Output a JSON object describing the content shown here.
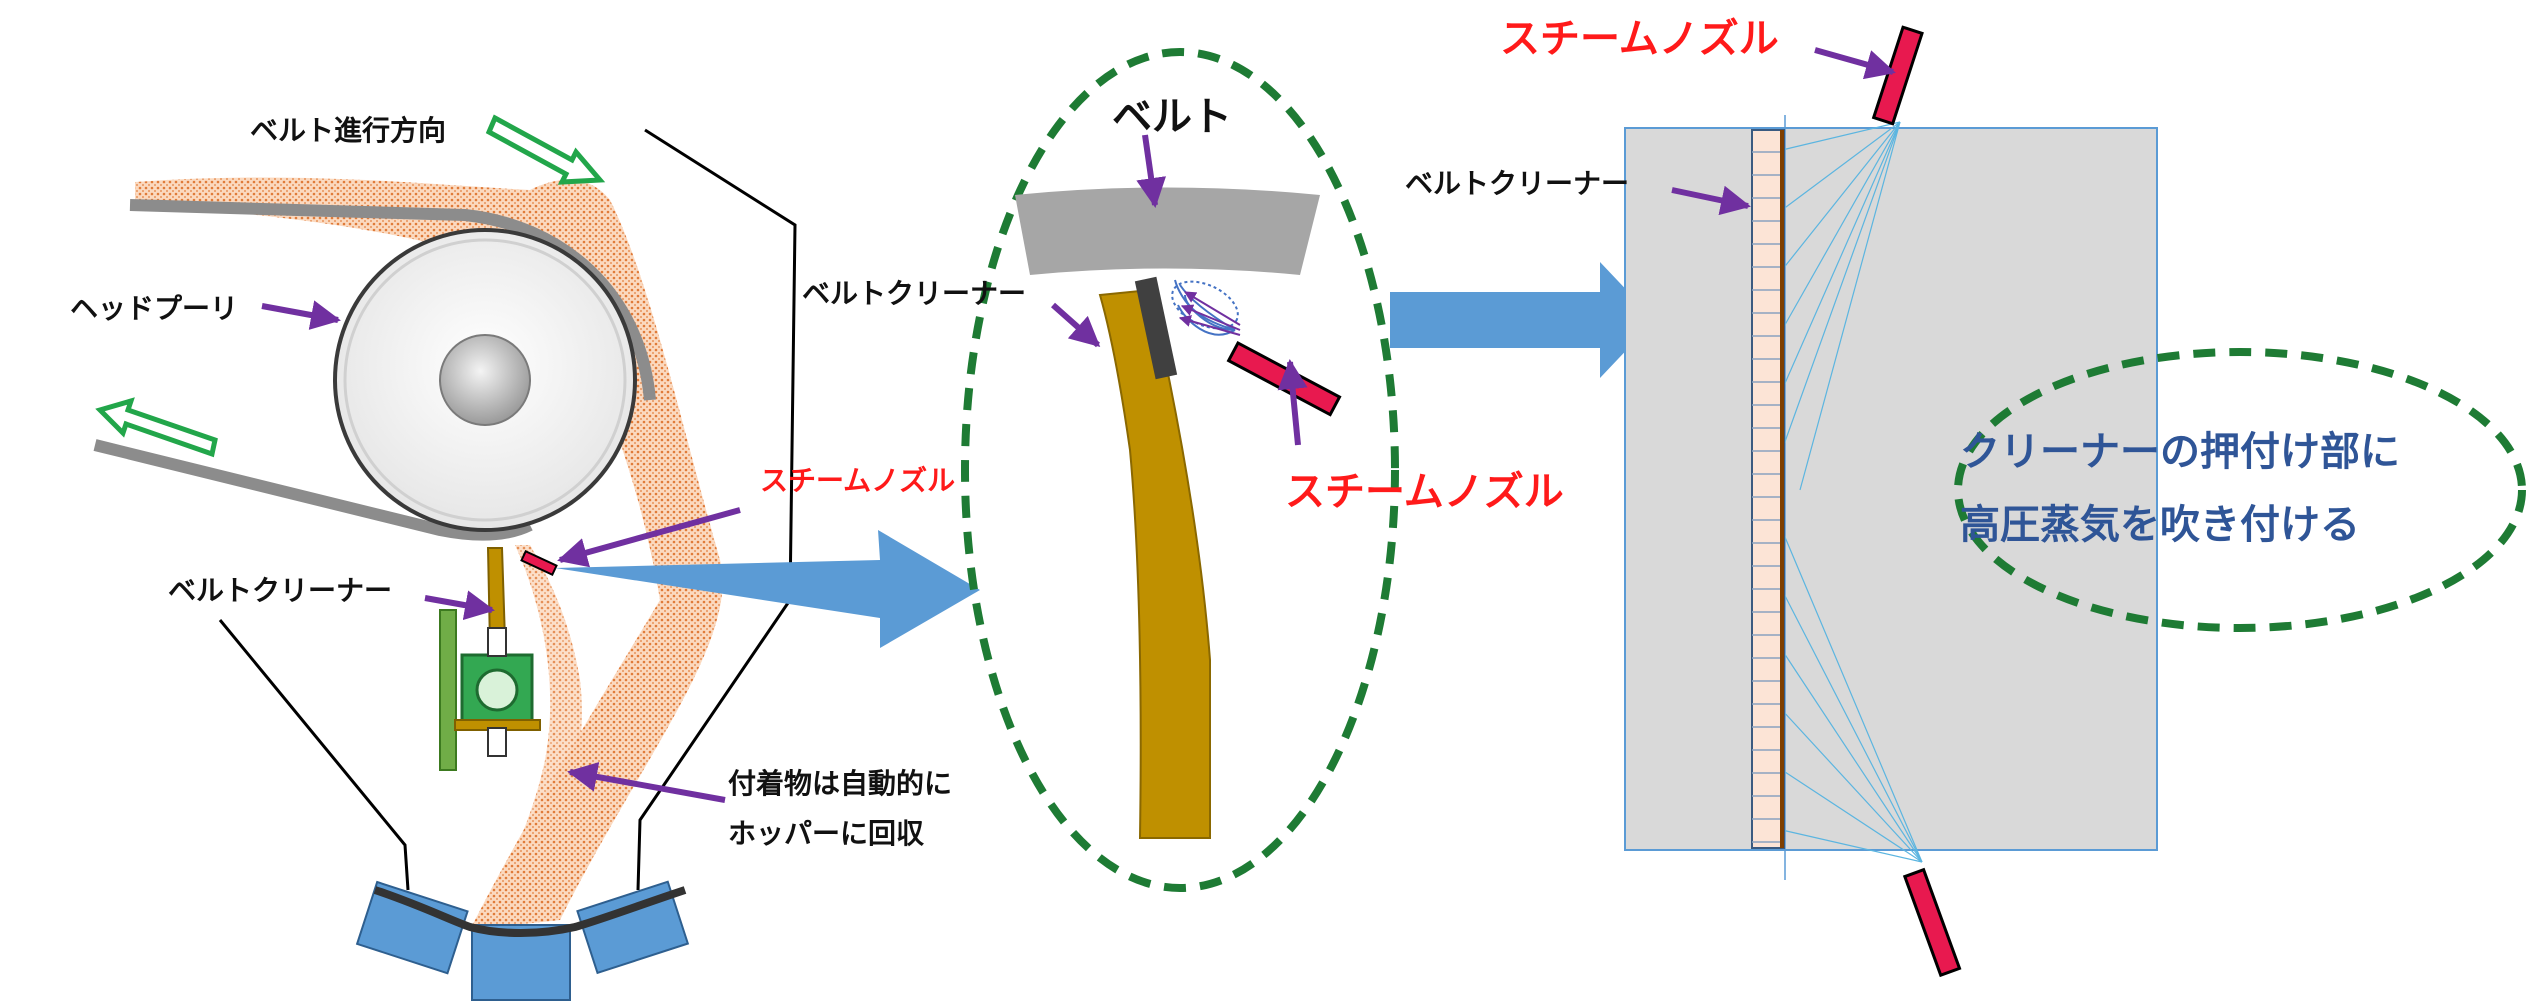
{
  "labels": {
    "belt_direction": "ベルト進行方向",
    "head_pulley": "ヘッドプーリ",
    "steam_nozzle_left": "スチームノズル",
    "belt_cleaner_left": "ベルトクリーナー",
    "collection_line1": "付着物は自動的に",
    "collection_line2": "ホッパーに回収",
    "belt_zoom": "ベルト",
    "belt_cleaner_zoom": "ベルトクリーナー",
    "steam_nozzle_zoom": "スチームノズル",
    "steam_nozzle_right": "スチームノズル",
    "belt_cleaner_right": "ベルトクリーナー",
    "callout_line1": "クリーナーの押付け部に",
    "callout_line2": "高圧蒸気を吹き付ける"
  },
  "colors": {
    "label_red": "#ff1a1a",
    "callout_blue": "#2f5597",
    "dashed_green": "#1e7b34",
    "arrow_blue": "#5b9bd5",
    "pointer_purple": "#7030a0",
    "nozzle_red": "#e8194f",
    "cleaner_blade": "#bf9000",
    "material_orange": "#f4b183"
  }
}
